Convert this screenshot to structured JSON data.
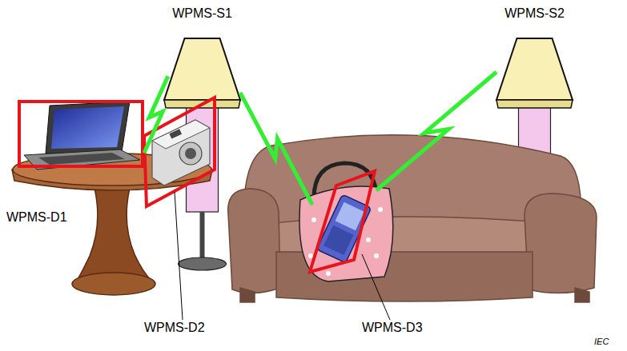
{
  "diagram": {
    "nodes": [
      {
        "text": [
          "WPMS-S1"
        ]
      },
      {
        "text": [
          "WPMS-S2"
        ]
      },
      {
        "text": [
          "WPMS-D1"
        ]
      },
      {
        "text": [
          "WPMS-D2"
        ]
      },
      {
        "text": [
          "WPMS-D3"
        ]
      }
    ],
    "edges": [
      {
        "from": 0,
        "to": 2,
        "arrow": "none"
      },
      {
        "from": 0,
        "to": 4,
        "arrow": "none"
      },
      {
        "from": 1,
        "to": 4,
        "arrow": "none"
      }
    ],
    "labels": [
      "IEC"
    ]
  }
}
